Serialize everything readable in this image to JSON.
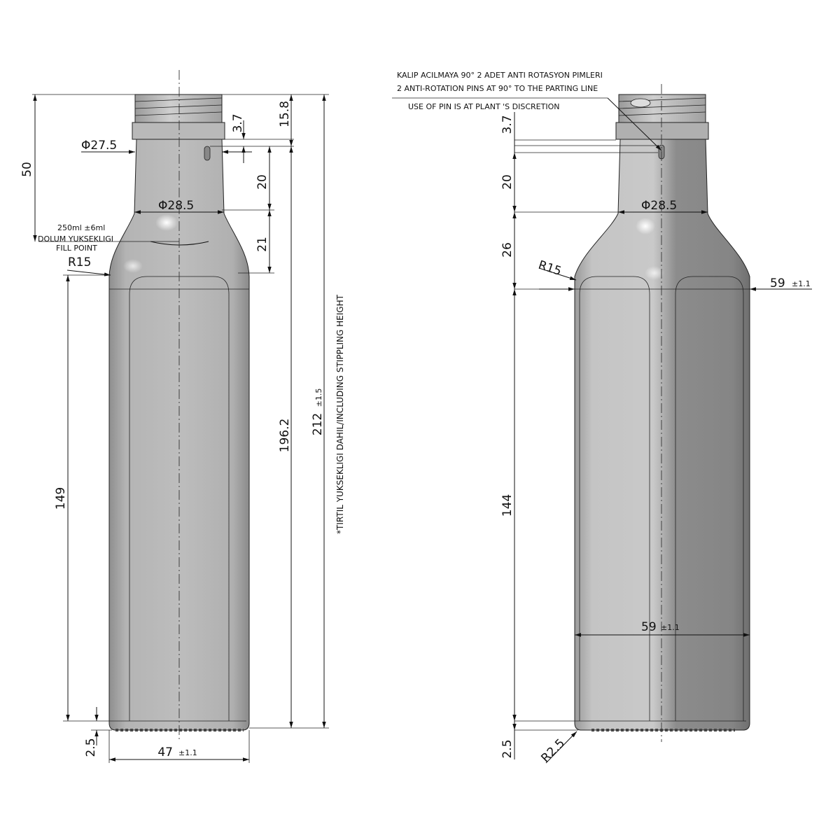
{
  "left_view": {
    "dims": {
      "neck_diameter": "Φ27.5",
      "shoulder_diameter": "Φ28.5",
      "radius": "R15",
      "ring_height": "3.7",
      "finish_height": "15.8",
      "fill_depth": "50",
      "neck_height": "20",
      "shoulder_height": "21",
      "body_height": "149",
      "height_without_finish": "196.2",
      "total_height": "212",
      "total_height_tol": "±1.5",
      "base_height": "2.5",
      "width": "47",
      "width_tol": "±1.1"
    },
    "fill_volume": "250ml ±6ml",
    "fill_point_tr": "DOLUM YUKSEKLIGI",
    "fill_point_en": "FILL POINT",
    "stippling_note": "*TIRTIL YUKSEKLIGI DAHIL/INCLUDING STIPPLING HEIGHT"
  },
  "right_view": {
    "notes": {
      "line1": "KALIP ACILMAYA 90°  2 ADET ANTI ROTASYON PIMLERI",
      "line2": "2 ANTI-ROTATION PINS AT 90° TO THE PARTING LINE",
      "line3": "USE OF  PIN IS AT PLANT 'S DISCRETION"
    },
    "dims": {
      "ring_height": "3.7",
      "neck_height": "20",
      "shoulder_diameter": "Φ28.5",
      "shoulder_height": "26",
      "radius": "R15",
      "width_top": "59",
      "width_top_tol": "±1.1",
      "body_height": "144",
      "width_bottom": "59",
      "width_bottom_tol": "±1.1",
      "base_height": "2.5",
      "base_radius": "R2.5"
    }
  },
  "colors": {
    "glass_light": "#c8c8c8",
    "glass_mid": "#a9a9a9",
    "glass_dark": "#7d7d7d",
    "line": "#111111"
  }
}
